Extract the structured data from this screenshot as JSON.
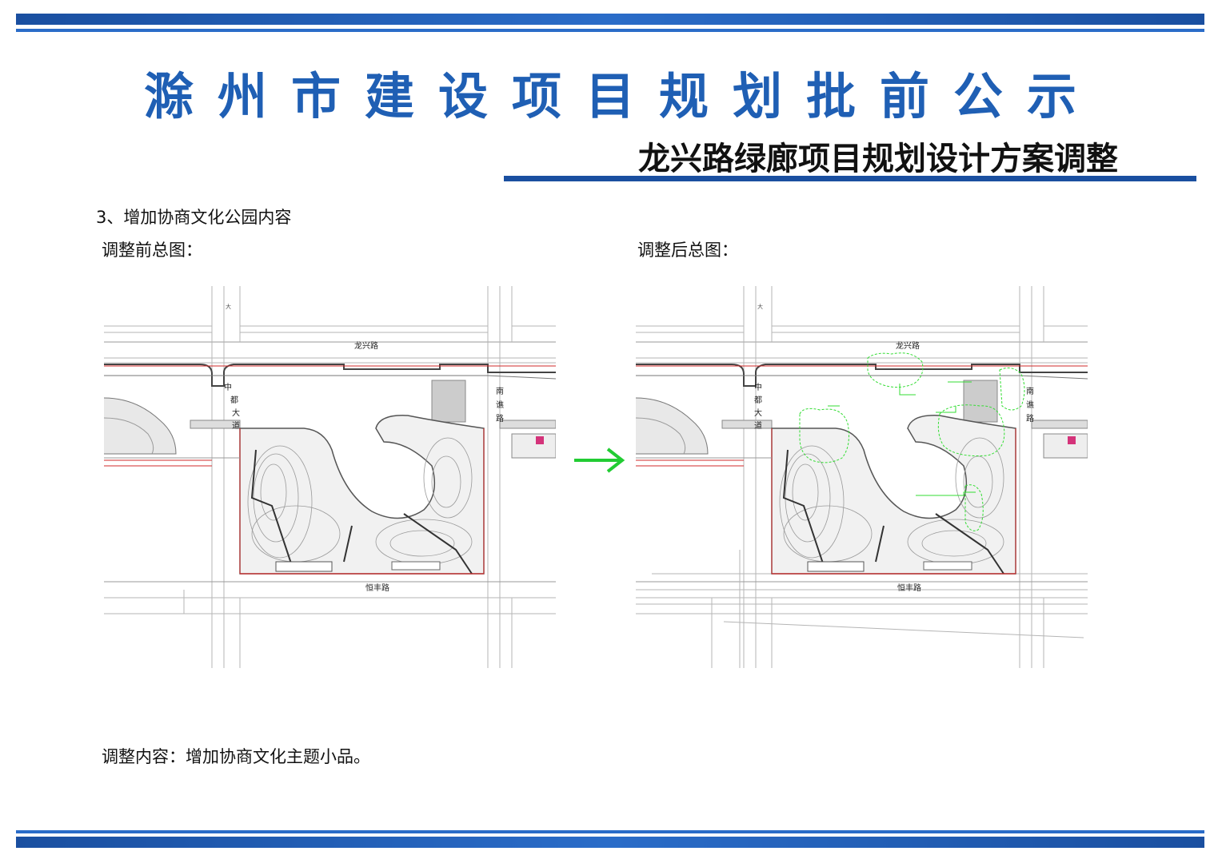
{
  "header": {
    "title": "滁州市建设项目规划批前公示",
    "subtitle": "龙兴路绿廊项目规划设计方案调整"
  },
  "content": {
    "section_heading": "3、增加协商文化公园内容",
    "before_label": "调整前总图：",
    "after_label": "调整后总图：",
    "adjustment_note": "调整内容：增加协商文化主题小品。"
  },
  "map_labels": {
    "road_north": "龙兴路",
    "road_south": "恒丰路",
    "road_west": "中都大道",
    "road_east": "南谯路",
    "west_char_1": "中",
    "west_char_2": "都",
    "west_char_3": "大",
    "west_char_4": "道",
    "east_char_1": "南",
    "east_char_2": "谯",
    "east_char_3": "路",
    "top_small": "大"
  },
  "colors": {
    "title_blue": "#1f5fb4",
    "band_blue": "#1a4fa0",
    "arrow_green": "#22cc33",
    "boundary_red": "#d22a2a",
    "highlight_green": "#33dd33"
  }
}
